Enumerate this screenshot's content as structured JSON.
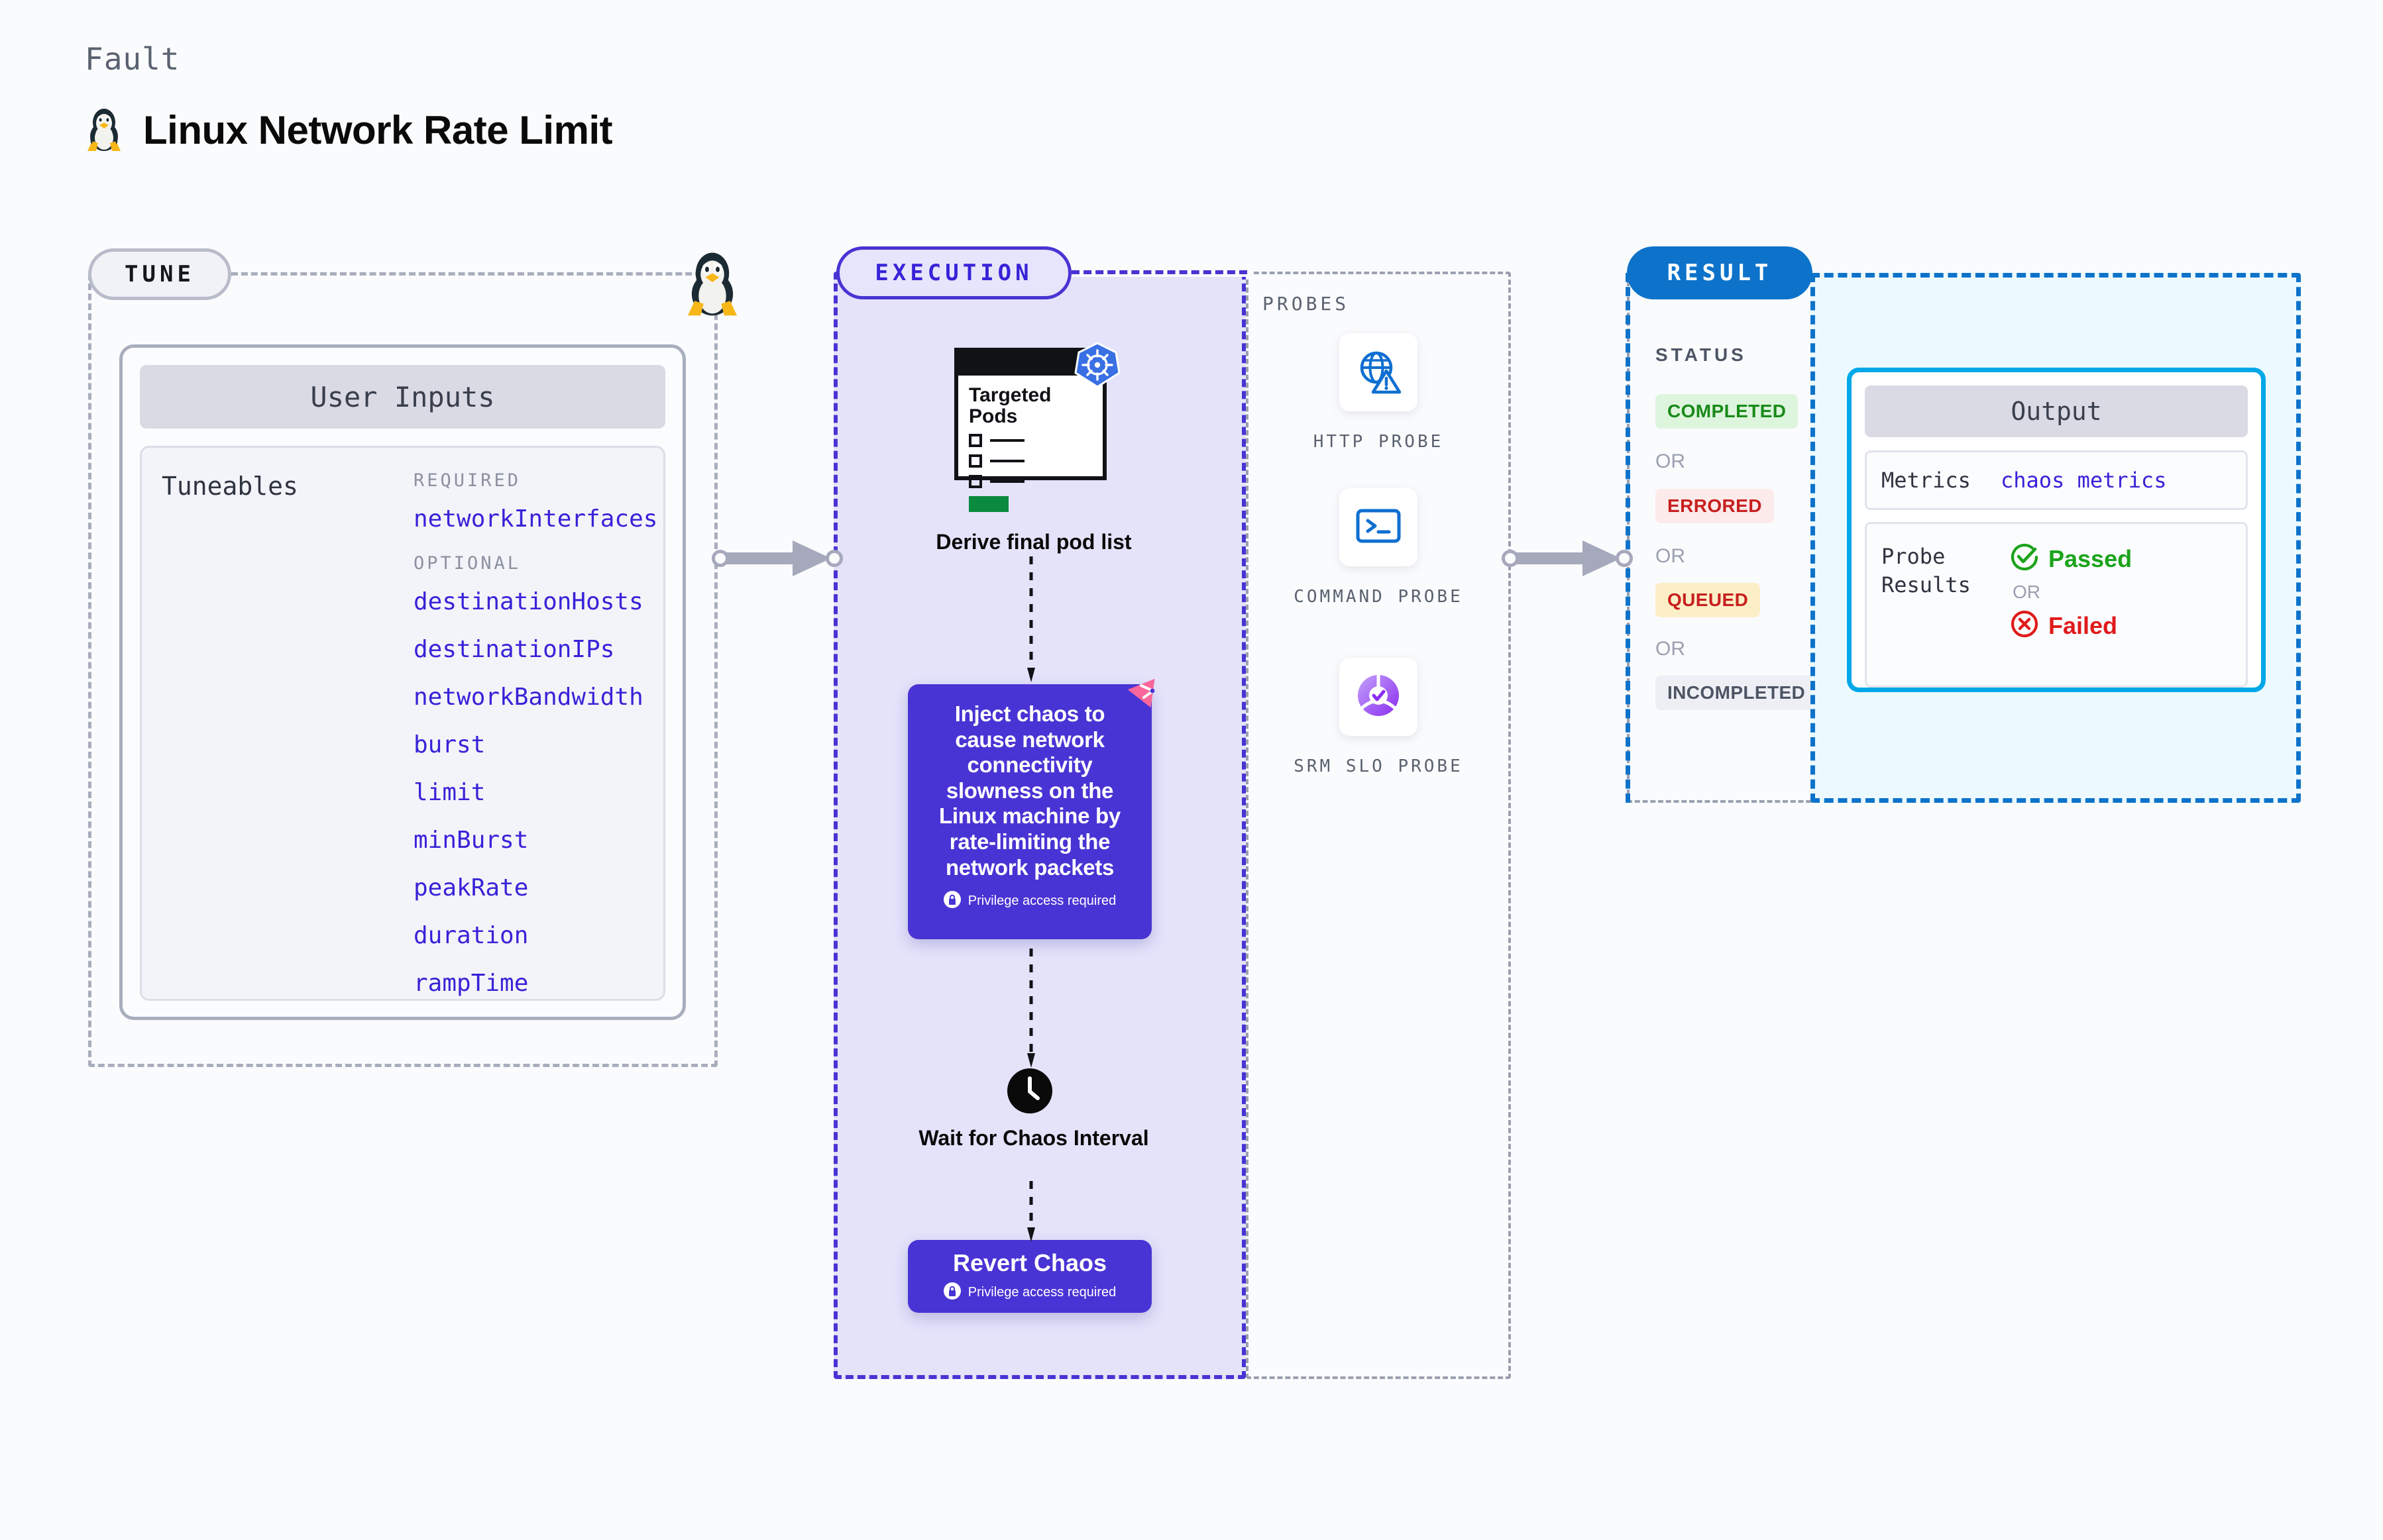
{
  "header": {
    "eyebrow": "Fault",
    "title": "Linux Network Rate Limit",
    "icon": "tux-penguin-icon"
  },
  "tune": {
    "pill_label": "TUNE",
    "card_title": "User Inputs",
    "tuneables_label": "Tuneables",
    "groups": [
      {
        "heading": "REQUIRED",
        "items": [
          "networkInterfaces"
        ]
      },
      {
        "heading": "OPTIONAL",
        "items": [
          "destinationHosts",
          "destinationIPs",
          "networkBandwidth",
          "burst",
          "limit",
          "minBurst",
          "peakRate",
          "duration",
          "rampTime"
        ]
      }
    ]
  },
  "execution": {
    "pill_label": "EXECUTION",
    "pods_card": {
      "title_line1": "Targeted",
      "title_line2": "Pods",
      "badge_icon": "kubernetes-icon"
    },
    "derive_label": "Derive final pod list",
    "chaos_box": {
      "text": "Inject chaos to cause network connectivity slowness on the Linux machine by rate-limiting the network packets",
      "privilege_note": "Privilege access required",
      "ribbon_icon": "litmus-chaos-icon"
    },
    "wait_step": {
      "icon": "clock-icon",
      "label": "Wait for Chaos Interval"
    },
    "revert_box": {
      "title": "Revert Chaos",
      "privilege_note": "Privilege access required"
    }
  },
  "probes": {
    "section_label": "PROBES",
    "items": [
      {
        "icon": "http-globe-warning-icon",
        "caption": "HTTP PROBE"
      },
      {
        "icon": "command-terminal-icon",
        "caption": "COMMAND PROBE"
      },
      {
        "icon": "srm-slo-gauge-icon",
        "caption": "SRM SLO PROBE"
      }
    ]
  },
  "result": {
    "pill_label": "RESULT",
    "status_label": "STATUS",
    "or_label": "OR",
    "statuses": [
      {
        "label": "COMPLETED",
        "bg": "#ddf5dd",
        "fg": "#1a8a1a"
      },
      {
        "label": "ERRORED",
        "bg": "#fdeaea",
        "fg": "#c81f1f"
      },
      {
        "label": "QUEUED",
        "bg": "#fcefc7",
        "fg": "#c81f1f"
      },
      {
        "label": "INCOMPLETED",
        "bg": "#eeeff5",
        "fg": "#4d5565"
      }
    ]
  },
  "output": {
    "card_title": "Output",
    "metrics_key": "Metrics",
    "metrics_value": "chaos metrics",
    "probe_results_key": "Probe Results",
    "or_label": "OR",
    "passed_label": "Passed",
    "failed_label": "Failed",
    "passed_color": "#1ba31b",
    "failed_color": "#e01b1b"
  },
  "colors": {
    "accent_purple": "#4834d4",
    "accent_blue": "#0d73ca",
    "k8s_blue": "#3970e4",
    "litmus_pink": "#f9679c"
  }
}
